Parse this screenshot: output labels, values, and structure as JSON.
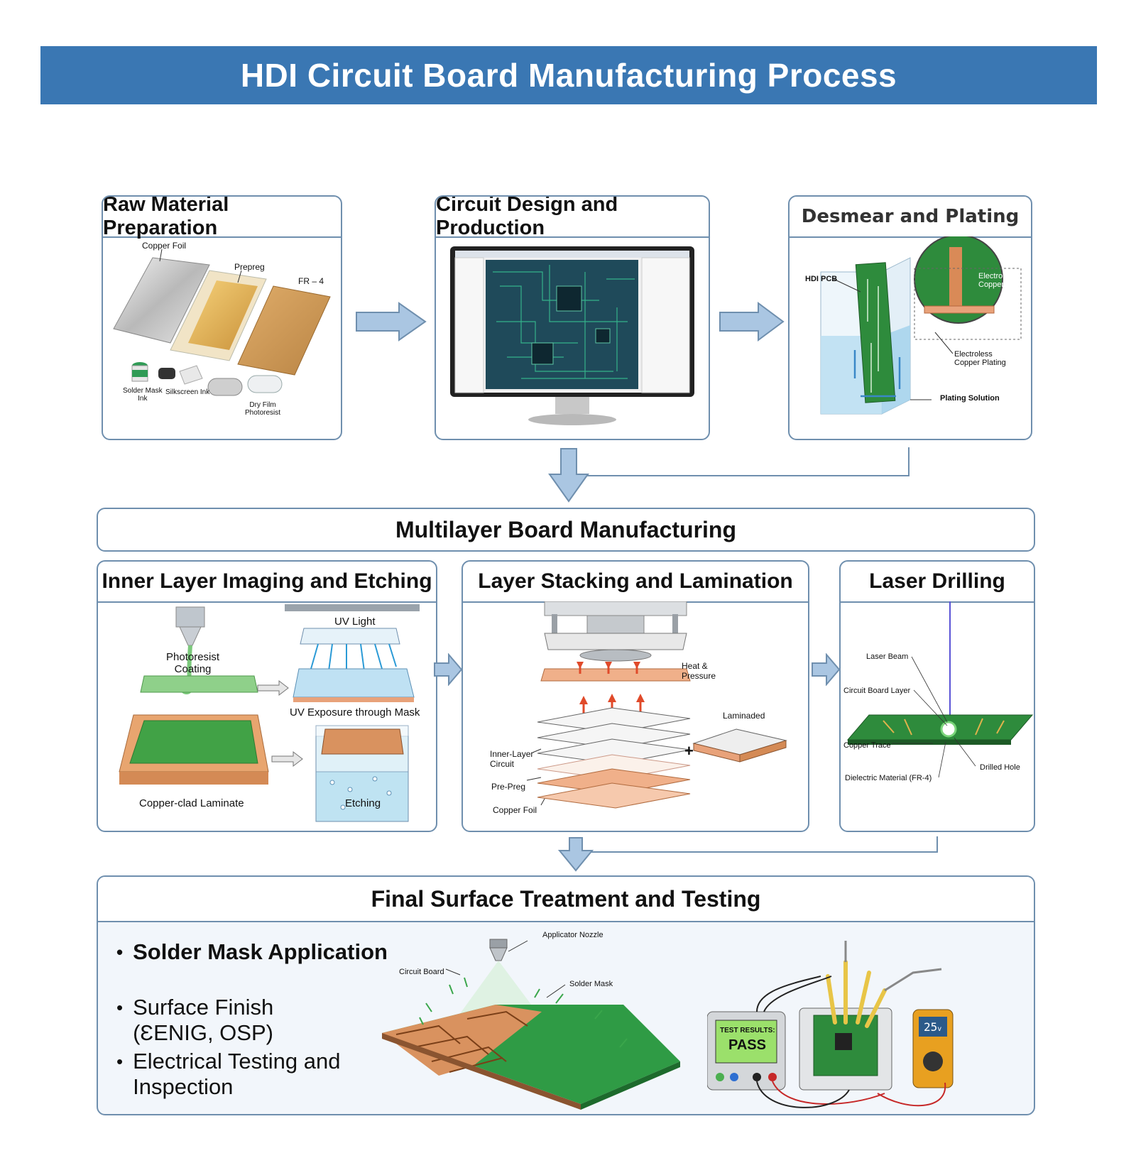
{
  "title": "HDI Circuit Board Manufacturing Process",
  "colors": {
    "accent": "#3a77b3",
    "border": "#6f8fae",
    "arrow_fill": "#aac6e2",
    "pcb_green": "#2f8a3a",
    "copper": "#e8a27a"
  },
  "stage1": {
    "raw": {
      "title": "Raw Material Preparation",
      "labels": {
        "copper_foil": "Copper Foil",
        "prepreg": "Prepreg",
        "fr4": "FR – 4",
        "solder_mask_ink": "Solder Mask\nInk",
        "silkscreen_ink": "Silkscreen Ink",
        "dry_film": "Dry Film\nPhotoresist"
      }
    },
    "design": {
      "title": "Circuit Design and Production"
    },
    "desmear": {
      "title": "Desmear and Plating",
      "labels": {
        "hdi_pcb": "HDI PCB",
        "electroless_copper": "Electroless\nCopper",
        "electroless_copper_plating": "Electroless\nCopper Plating",
        "plating_solution": "Plating Solution"
      }
    }
  },
  "multilayer": {
    "title": "Multilayer Board Manufacturing",
    "inner": {
      "title": "Inner Layer Imaging and Etching",
      "labels": {
        "uv_light": "UV Light",
        "photoresist_coating": "Photoresist\nCoating",
        "uv_exposure": "UV Exposure through Mask",
        "copper_clad": "Copper-clad Laminate",
        "etching": "Etching"
      }
    },
    "stack": {
      "title": "Layer Stacking and Lamination",
      "labels": {
        "heat_pressure": "Heat &\nPressure",
        "laminated": "Laminaded",
        "inner_layer": "Inner-Layer\nCircuit",
        "pre_preg": "Pre-Preg",
        "copper_foil": "Copper Foil"
      }
    },
    "laser": {
      "title": "Laser Drilling",
      "labels": {
        "laser_beam": "Laser Beam",
        "circuit_board_layer": "Circuit Board Layer",
        "copper_trace": "Copper Trace",
        "drilled_hole": "Drilled Hole",
        "dielectric": "Dielectric Material (FR-4)"
      }
    }
  },
  "final": {
    "title": "Final Surface Treatment and Testing",
    "bullets": [
      {
        "text": "Solder Mask Application"
      },
      {
        "text": "Surface Finish\n(ƐENIG, OSP)"
      },
      {
        "text": "Electrical Testing and\nInspection"
      }
    ],
    "labels": {
      "applicator_nozzle": "Applicator Nozzle",
      "circuit_board": "Circuit Board",
      "solder_mask": "Solder Mask",
      "test_results": "TEST RESULTS:",
      "pass": "PASS",
      "meter_reading": "25",
      "meter_unit": "v"
    }
  }
}
